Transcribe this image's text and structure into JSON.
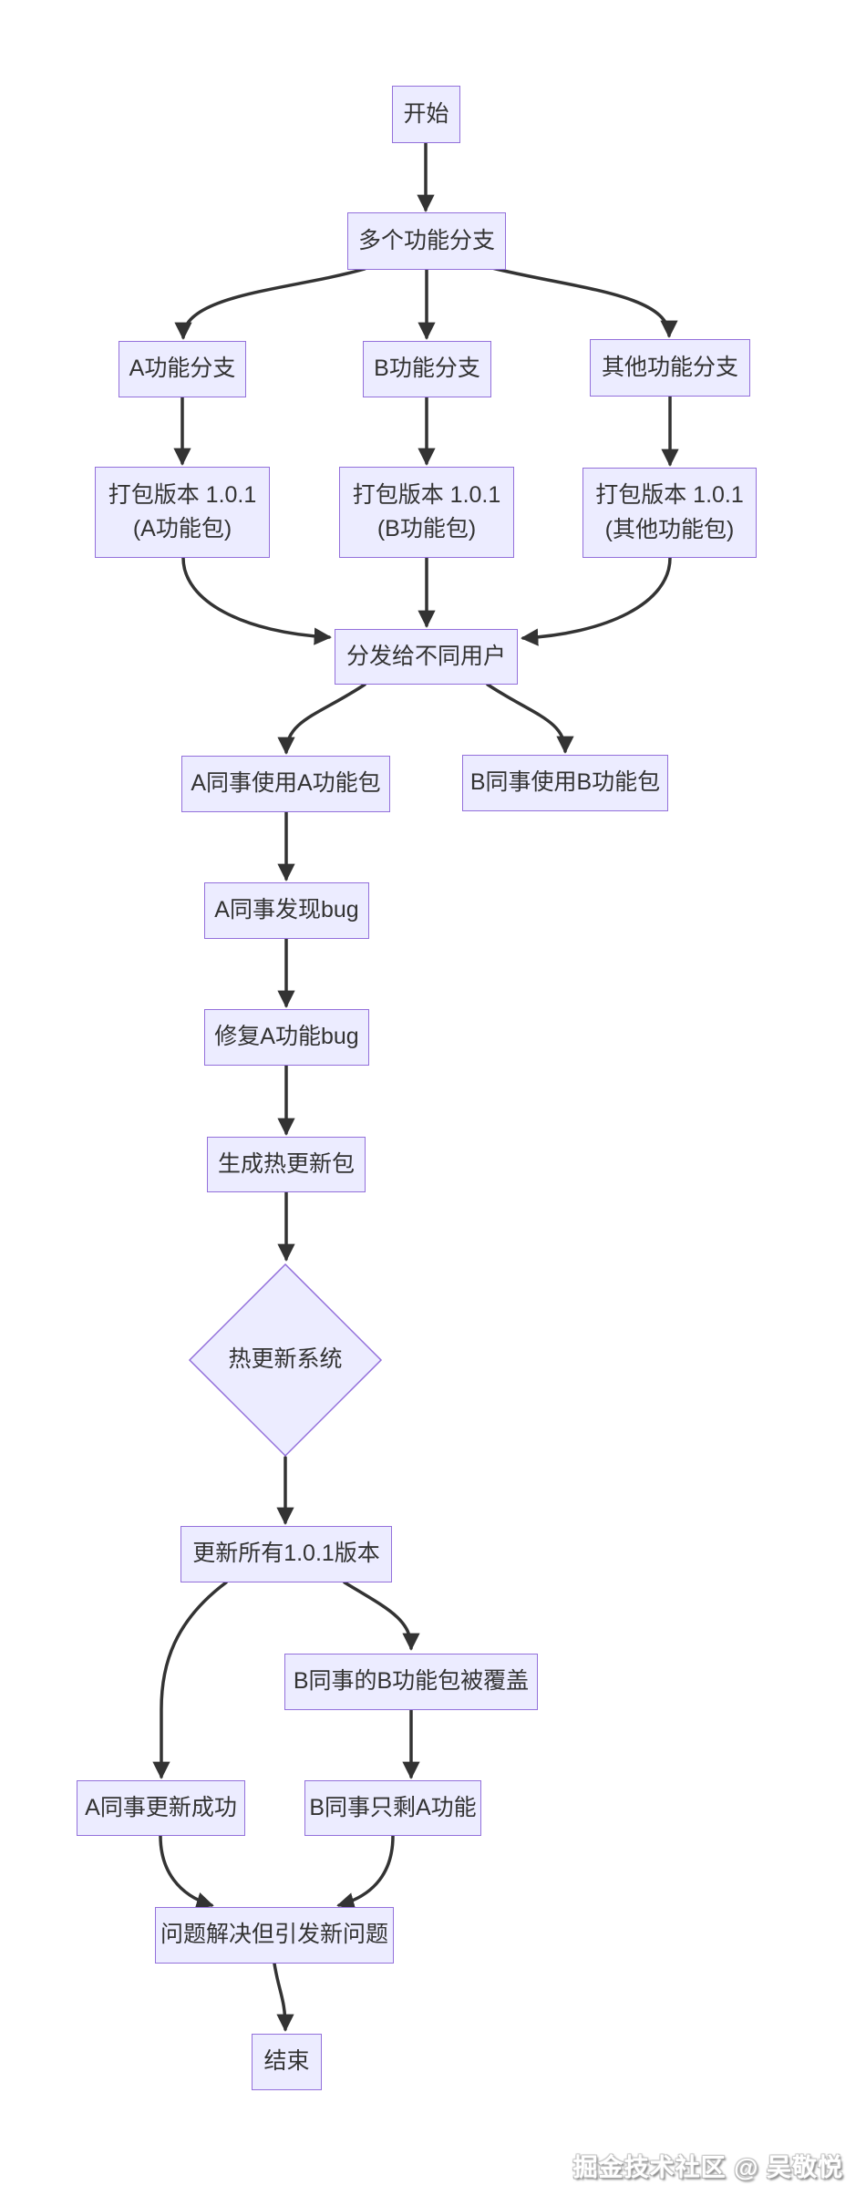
{
  "colors": {
    "background": "#ffffff",
    "node_fill": "#ECECFF",
    "node_border": "#9370DB",
    "node_text": "#333333",
    "edge": "#333333"
  },
  "nodes": {
    "start": {
      "label": "开始"
    },
    "multi_branch": {
      "label": "多个功能分支"
    },
    "branch_a": {
      "label": "A功能分支"
    },
    "branch_b": {
      "label": "B功能分支"
    },
    "branch_other": {
      "label": "其他功能分支"
    },
    "pkg_a": {
      "line1": "打包版本 1.0.1",
      "line2": "(A功能包)"
    },
    "pkg_b": {
      "line1": "打包版本 1.0.1",
      "line2": "(B功能包)"
    },
    "pkg_other": {
      "line1": "打包版本 1.0.1",
      "line2": "(其他功能包)"
    },
    "distribute": {
      "label": "分发给不同用户"
    },
    "use_a": {
      "label": "A同事使用A功能包"
    },
    "use_b": {
      "label": "B同事使用B功能包"
    },
    "find_bug": {
      "label": "A同事发现bug"
    },
    "fix_bug": {
      "label": "修复A功能bug"
    },
    "gen_hotfix": {
      "label": "生成热更新包"
    },
    "hotfix_system": {
      "label": "热更新系统"
    },
    "update_all": {
      "label": "更新所有1.0.1版本"
    },
    "a_success": {
      "label": "A同事更新成功"
    },
    "b_overwritten": {
      "label": "B同事的B功能包被覆盖"
    },
    "b_only_a": {
      "label": "B同事只剩A功能"
    },
    "problem": {
      "label": "问题解决但引发新问题"
    },
    "end": {
      "label": "结束"
    }
  },
  "watermark": {
    "text": "掘金技术社区 @ 吴敬悦"
  }
}
